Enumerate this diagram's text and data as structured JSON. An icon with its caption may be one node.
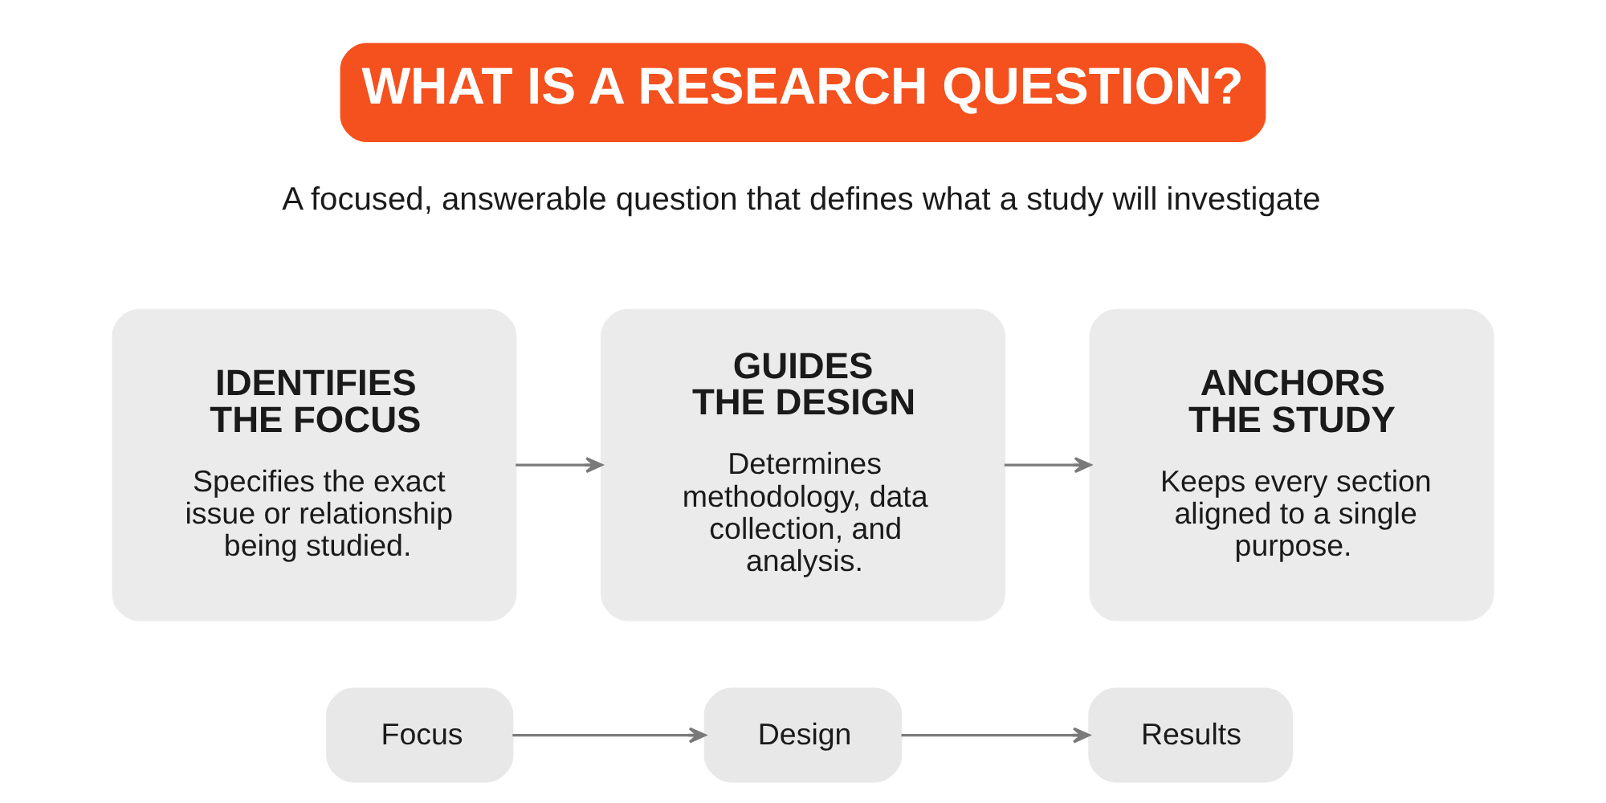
{
  "diagram": {
    "title": "WHAT IS A RESEARCH QUESTION?",
    "nodes": [
      {
        "text": [
          "IDENTIFIES THE FOCUS",
          "Specifies the exact issue or relationship being studied."
        ]
      },
      {
        "text": [
          "GUIDES THE DESIGN",
          "Determines methodology, data collection, and analysis."
        ]
      },
      {
        "text": [
          "ANCHORS THE STUDY",
          "Keeps every section aligned to a single purpose."
        ]
      },
      {
        "text": [
          "Focus"
        ]
      },
      {
        "text": [
          "Design"
        ]
      },
      {
        "text": [
          "Results"
        ]
      }
    ],
    "edges": [
      {
        "from": 0,
        "to": 1,
        "arrow": "to"
      },
      {
        "from": 1,
        "to": 2,
        "arrow": "to"
      },
      {
        "from": 3,
        "to": 4,
        "arrow": "to"
      },
      {
        "from": 4,
        "to": 5,
        "arrow": "to"
      }
    ],
    "labels": [
      "A focused, answerable question that defines what a study will investigate"
    ]
  }
}
